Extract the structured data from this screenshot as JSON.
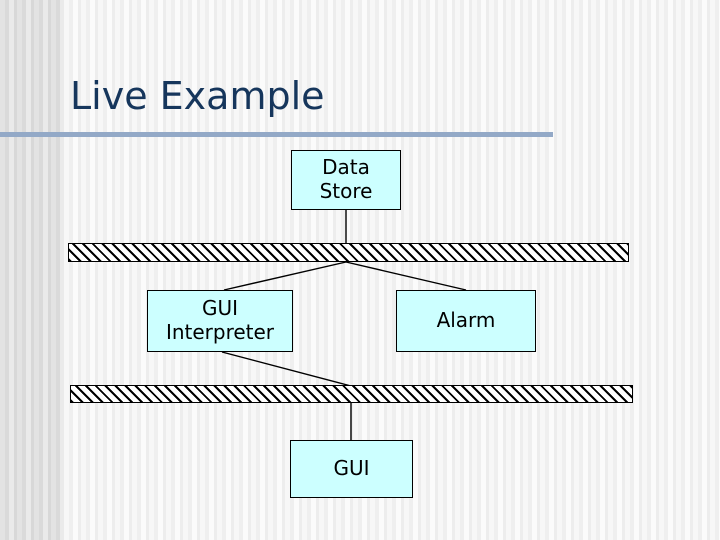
{
  "slide": {
    "title": "Live Example",
    "title_color": "#16365c",
    "rule_color": "#93a9c7",
    "background_color": "#f2f2f2"
  },
  "diagram": {
    "node_fill_color": "#ccffff",
    "node_border_color": "#000000",
    "bus_bar_label": "hatched-bus-bar",
    "nodes": [
      {
        "id": "data-store",
        "label": "Data\nStore"
      },
      {
        "id": "gui-interpreter",
        "label": "GUI\nInterpreter"
      },
      {
        "id": "alarm",
        "label": "Alarm"
      },
      {
        "id": "gui",
        "label": "GUI"
      }
    ],
    "bars": [
      {
        "id": "bus-bar-top"
      },
      {
        "id": "bus-bar-bottom"
      }
    ],
    "connectors": [
      {
        "id": "data-store-to-top-bus",
        "from": "data-store",
        "to": "bus-bar-top"
      },
      {
        "id": "top-bus-to-gui-interpreter",
        "from": "bus-bar-top",
        "to": "gui-interpreter"
      },
      {
        "id": "top-bus-to-alarm",
        "from": "bus-bar-top",
        "to": "alarm"
      },
      {
        "id": "gui-interpreter-to-bottom-bus",
        "from": "gui-interpreter",
        "to": "bus-bar-bottom"
      },
      {
        "id": "bottom-bus-to-gui",
        "from": "bus-bar-bottom",
        "to": "gui"
      }
    ]
  }
}
